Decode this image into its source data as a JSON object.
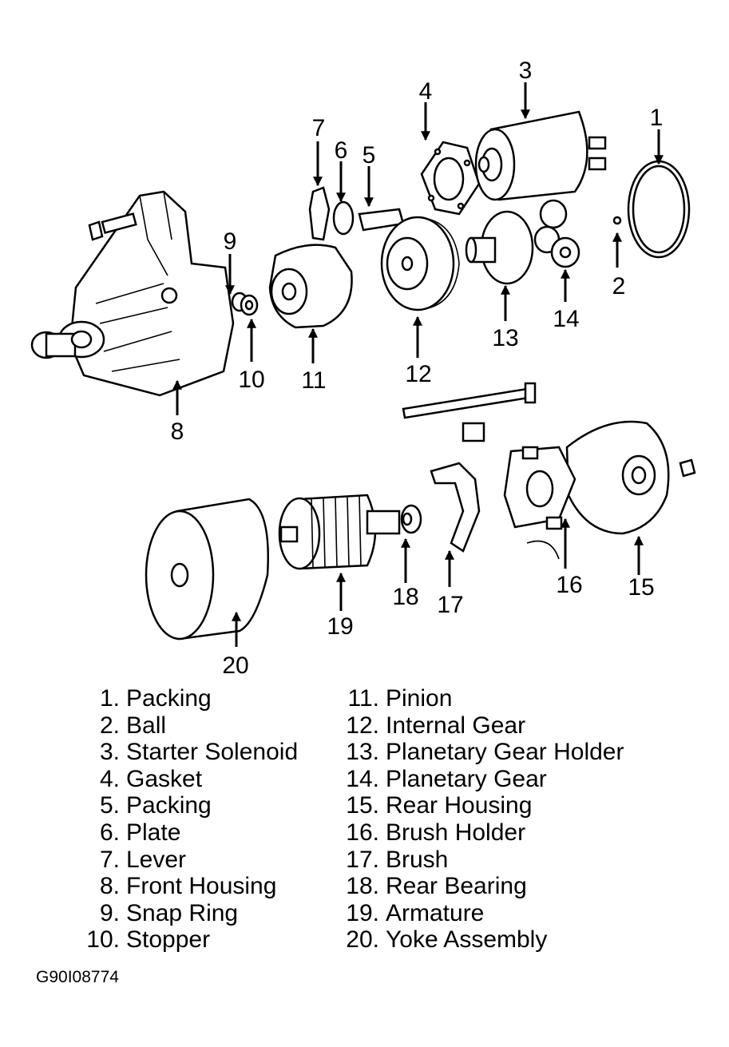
{
  "callouts": [
    "1",
    "2",
    "3",
    "4",
    "5",
    "6",
    "7",
    "8",
    "9",
    "10",
    "11",
    "12",
    "13",
    "14",
    "15",
    "16",
    "17",
    "18",
    "19",
    "20"
  ],
  "legend": [
    {
      "num": "1.",
      "name": "Packing"
    },
    {
      "num": "2.",
      "name": "Ball"
    },
    {
      "num": "3.",
      "name": "Starter Solenoid"
    },
    {
      "num": "4.",
      "name": "Gasket"
    },
    {
      "num": "5.",
      "name": "Packing"
    },
    {
      "num": "6.",
      "name": "Plate"
    },
    {
      "num": "7.",
      "name": "Lever"
    },
    {
      "num": "8.",
      "name": "Front Housing"
    },
    {
      "num": "9.",
      "name": "Snap Ring"
    },
    {
      "num": "10.",
      "name": "Stopper"
    },
    {
      "num": "11.",
      "name": "Pinion"
    },
    {
      "num": "12.",
      "name": "Internal Gear"
    },
    {
      "num": "13.",
      "name": "Planetary Gear Holder"
    },
    {
      "num": "14.",
      "name": "Planetary Gear"
    },
    {
      "num": "15.",
      "name": "Rear Housing"
    },
    {
      "num": "16.",
      "name": "Brush Holder"
    },
    {
      "num": "17.",
      "name": "Brush"
    },
    {
      "num": "18.",
      "name": "Rear Bearing"
    },
    {
      "num": "19.",
      "name": "Armature"
    },
    {
      "num": "20.",
      "name": "Yoke Assembly"
    }
  ],
  "figure_code": "G90I08774"
}
